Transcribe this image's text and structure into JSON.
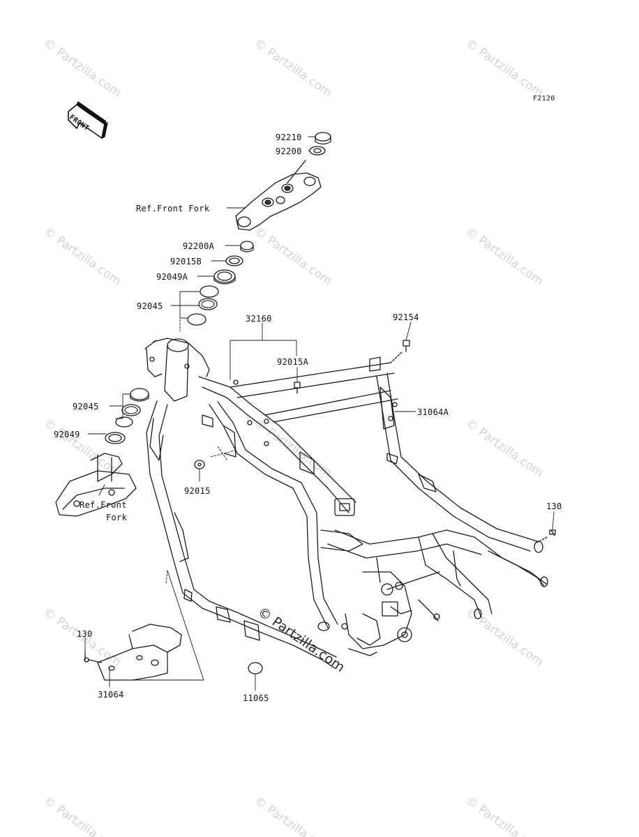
{
  "diagram_code": "F2120",
  "front_badge": "FRONT",
  "watermark": "© Partzilla.com",
  "center_watermark": "© Partzilla.com",
  "labels": {
    "p92210": "92210",
    "p92200": "92200",
    "ref_front_fork_top": "Ref.Front Fork",
    "p92200A": "92200A",
    "p92015B": "92015B",
    "p92049A": "92049A",
    "p92045_top": "92045",
    "p32160": "32160",
    "p92154": "92154",
    "p92015A": "92015A",
    "p31064A": "31064A",
    "p92045_mid": "92045",
    "p92049": "92049",
    "ref_front_fork_bottom_1": "Ref.Front",
    "ref_front_fork_bottom_2": "Fork",
    "p92015": "92015",
    "p130_right": "130",
    "p130_left": "130",
    "p31064": "31064",
    "p11065": "11065"
  }
}
